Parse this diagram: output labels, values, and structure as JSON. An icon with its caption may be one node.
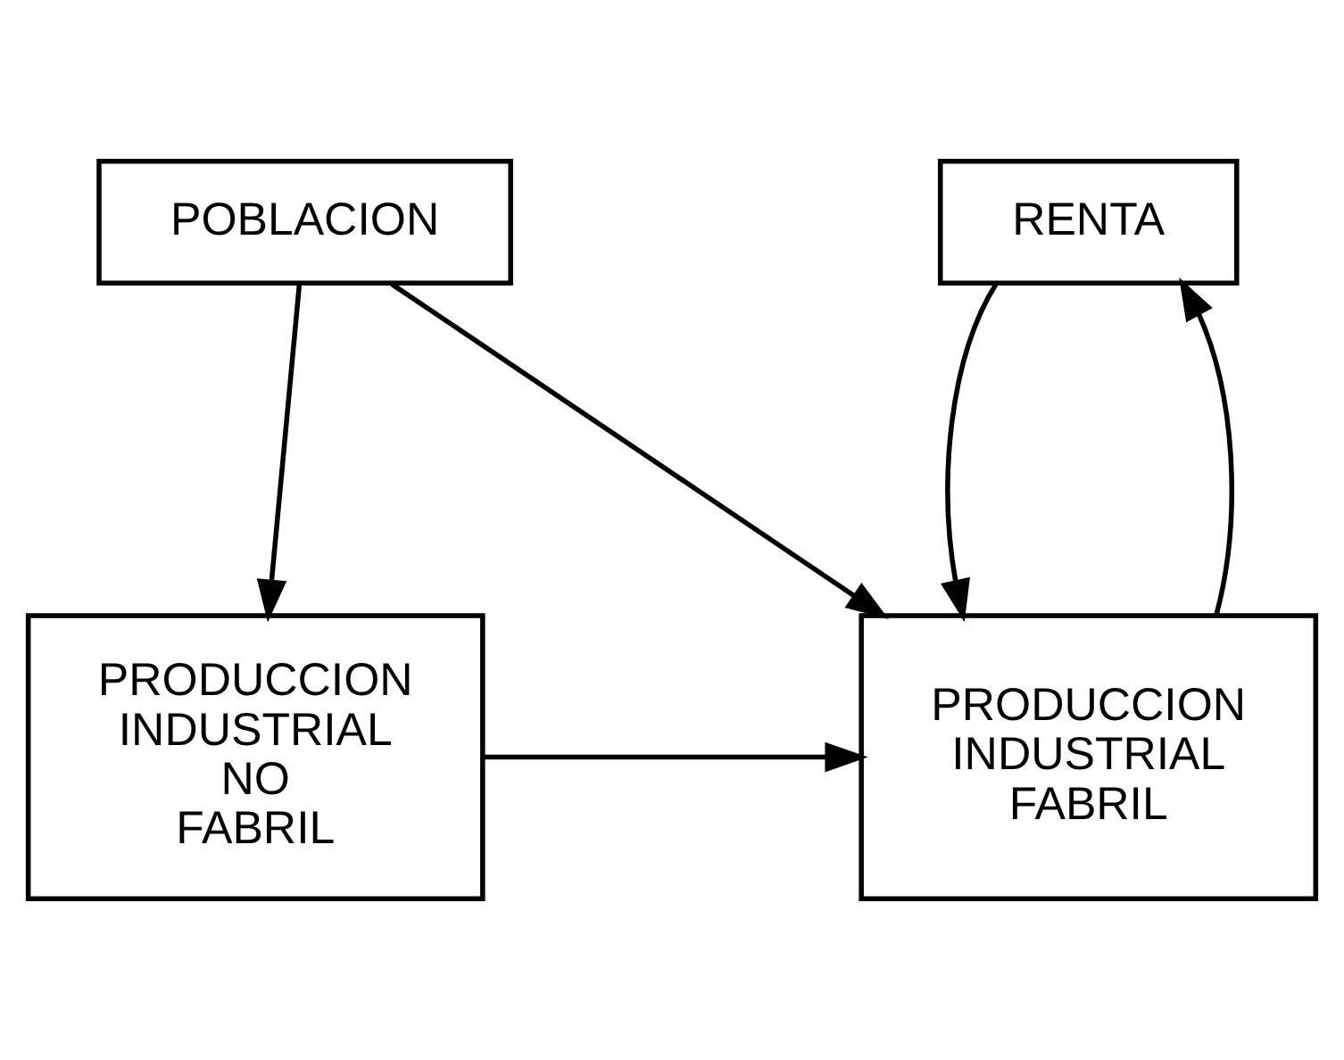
{
  "diagram": {
    "nodes": [
      {
        "text": [
          "RENTA"
        ]
      },
      {
        "text": [
          "POBLACION"
        ]
      },
      {
        "text": [
          "PRODUCCION INDUSTRIAL FABRIL"
        ]
      },
      {
        "text": [
          "PRODUCCION INDUSTRIAL NO FABRIL"
        ]
      }
    ],
    "edges": [
      {
        "from": 0,
        "to": 2,
        "arrow": "to"
      },
      {
        "from": 1,
        "to": 2,
        "arrow": "to"
      },
      {
        "from": 2,
        "to": 0,
        "arrow": "to"
      },
      {
        "from": 1,
        "to": 3,
        "arrow": "to"
      },
      {
        "from": 3,
        "to": 2,
        "arrow": "to"
      }
    ]
  }
}
